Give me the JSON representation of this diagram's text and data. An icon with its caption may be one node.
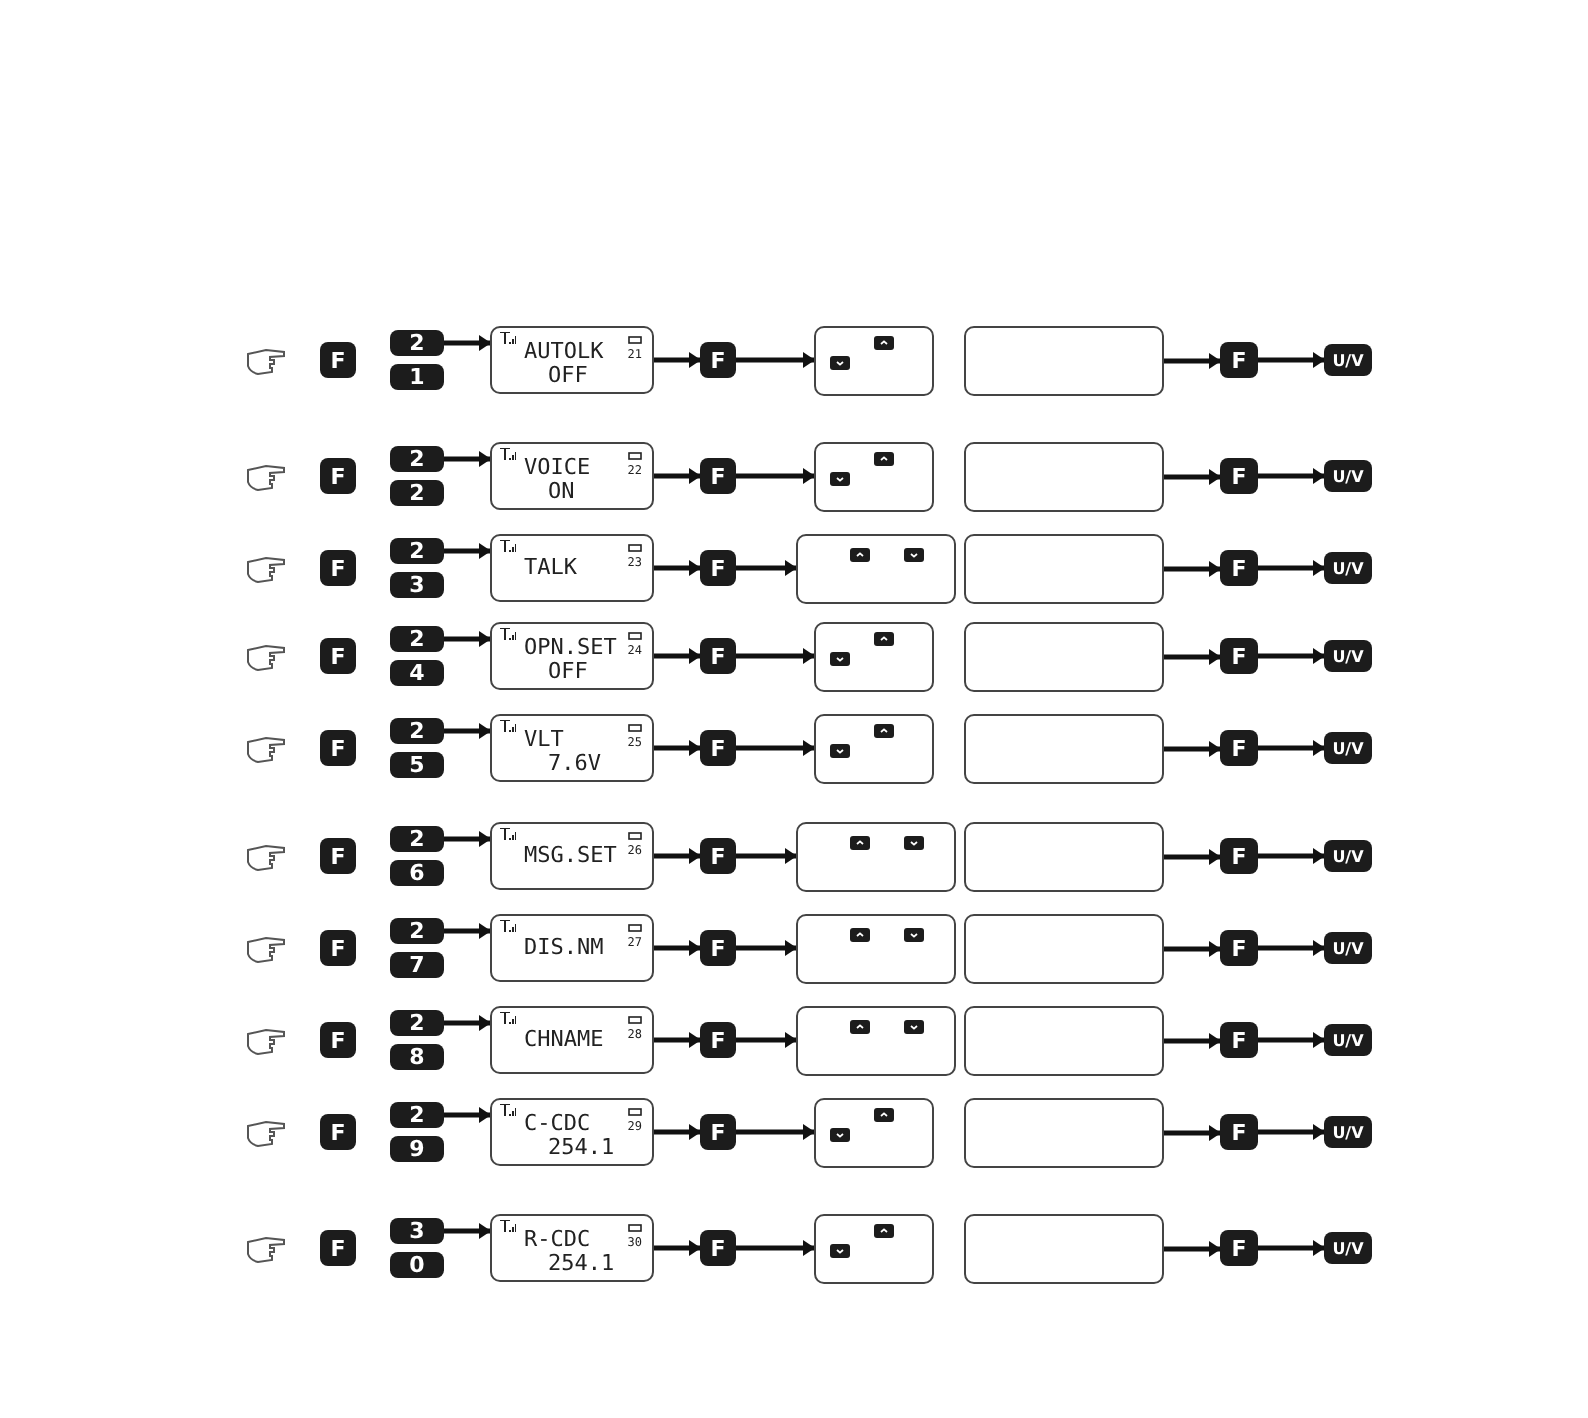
{
  "diagram": {
    "nodes": [
      {
        "text": [
          "F"
        ]
      },
      {
        "text": [
          "2"
        ]
      },
      {
        "text": [
          "1"
        ]
      },
      {
        "text": [
          "AUTOLK",
          "OFF",
          "21"
        ]
      },
      {
        "text": [
          "F"
        ]
      },
      {
        "text": [],
        "shape": "box"
      },
      {
        "text": [],
        "shape": "box"
      },
      {
        "text": [
          "F"
        ]
      },
      {
        "text": [
          "U/V"
        ]
      },
      {
        "text": [
          "F"
        ]
      },
      {
        "text": [
          "2"
        ]
      },
      {
        "text": [
          "2"
        ]
      },
      {
        "text": [
          "VOICE",
          "ON",
          "22"
        ]
      },
      {
        "text": [
          "F"
        ]
      },
      {
        "text": [],
        "shape": "box"
      },
      {
        "text": [],
        "shape": "box"
      },
      {
        "text": [
          "F"
        ]
      },
      {
        "text": [
          "U/V"
        ]
      },
      {
        "text": [
          "F"
        ]
      },
      {
        "text": [
          "2"
        ]
      },
      {
        "text": [
          "3"
        ]
      },
      {
        "text": [
          "TALK",
          "23"
        ]
      },
      {
        "text": [
          "F"
        ]
      },
      {
        "text": [],
        "shape": "box"
      },
      {
        "text": [],
        "shape": "box"
      },
      {
        "text": [
          "F"
        ]
      },
      {
        "text": [
          "U/V"
        ]
      },
      {
        "text": [
          "F"
        ]
      },
      {
        "text": [
          "2"
        ]
      },
      {
        "text": [
          "4"
        ]
      },
      {
        "text": [
          "OPN.SET",
          "OFF",
          "24"
        ]
      },
      {
        "text": [
          "F"
        ]
      },
      {
        "text": [],
        "shape": "box"
      },
      {
        "text": [],
        "shape": "box"
      },
      {
        "text": [
          "F"
        ]
      },
      {
        "text": [
          "U/V"
        ]
      },
      {
        "text": [
          "F"
        ]
      },
      {
        "text": [
          "2"
        ]
      },
      {
        "text": [
          "5"
        ]
      },
      {
        "text": [
          "VLT",
          "7.6V",
          "25"
        ]
      },
      {
        "text": [
          "F"
        ]
      },
      {
        "text": [],
        "shape": "box"
      },
      {
        "text": [],
        "shape": "box"
      },
      {
        "text": [
          "F"
        ]
      },
      {
        "text": [
          "U/V"
        ]
      },
      {
        "text": [
          "F"
        ]
      },
      {
        "text": [
          "2"
        ]
      },
      {
        "text": [
          "6"
        ]
      },
      {
        "text": [
          "MSG.SET",
          "26"
        ]
      },
      {
        "text": [
          "F"
        ]
      },
      {
        "text": [],
        "shape": "box"
      },
      {
        "text": [],
        "shape": "box"
      },
      {
        "text": [
          "F"
        ]
      },
      {
        "text": [
          "U/V"
        ]
      },
      {
        "text": [
          "F"
        ]
      },
      {
        "text": [
          "2"
        ]
      },
      {
        "text": [
          "7"
        ]
      },
      {
        "text": [
          "DIS.NM",
          "27"
        ]
      },
      {
        "text": [
          "F"
        ]
      },
      {
        "text": [],
        "shape": "box"
      },
      {
        "text": [],
        "shape": "box"
      },
      {
        "text": [
          "F"
        ]
      },
      {
        "text": [
          "U/V"
        ]
      },
      {
        "text": [
          "F"
        ]
      },
      {
        "text": [
          "2"
        ]
      },
      {
        "text": [
          "8"
        ]
      },
      {
        "text": [
          "CHNAME",
          "28"
        ]
      },
      {
        "text": [
          "F"
        ]
      },
      {
        "text": [],
        "shape": "box"
      },
      {
        "text": [],
        "shape": "box"
      },
      {
        "text": [
          "F"
        ]
      },
      {
        "text": [
          "U/V"
        ]
      },
      {
        "text": [
          "F"
        ]
      },
      {
        "text": [
          "2"
        ]
      },
      {
        "text": [
          "9"
        ]
      },
      {
        "text": [
          "C-CDC",
          "254.1",
          "29"
        ]
      },
      {
        "text": [
          "F"
        ]
      },
      {
        "text": [],
        "shape": "box"
      },
      {
        "text": [],
        "shape": "box"
      },
      {
        "text": [
          "F"
        ]
      },
      {
        "text": [
          "U/V"
        ]
      },
      {
        "text": [
          "F"
        ]
      },
      {
        "text": [
          "3"
        ]
      },
      {
        "text": [
          "0"
        ]
      },
      {
        "text": [
          "R-CDC",
          "254.1",
          "30"
        ]
      },
      {
        "text": [
          "F"
        ]
      },
      {
        "text": [],
        "shape": "box"
      },
      {
        "text": [],
        "shape": "box"
      },
      {
        "text": [
          "F"
        ]
      },
      {
        "text": [
          "U/V"
        ]
      }
    ],
    "edges": [
      {
        "from": 1,
        "to": 3,
        "arrow": "to"
      },
      {
        "from": 3,
        "to": 4,
        "arrow": "to"
      },
      {
        "from": 4,
        "to": 5,
        "arrow": "to"
      },
      {
        "from": 6,
        "to": 7,
        "arrow": "to"
      },
      {
        "from": 7,
        "to": 8,
        "arrow": "to"
      },
      {
        "from": 10,
        "to": 12,
        "arrow": "to"
      },
      {
        "from": 12,
        "to": 13,
        "arrow": "to"
      },
      {
        "from": 13,
        "to": 14,
        "arrow": "to"
      },
      {
        "from": 15,
        "to": 16,
        "arrow": "to"
      },
      {
        "from": 16,
        "to": 17,
        "arrow": "to"
      },
      {
        "from": 19,
        "to": 21,
        "arrow": "to"
      },
      {
        "from": 21,
        "to": 22,
        "arrow": "to"
      },
      {
        "from": 22,
        "to": 23,
        "arrow": "to"
      },
      {
        "from": 24,
        "to": 25,
        "arrow": "to"
      },
      {
        "from": 25,
        "to": 26,
        "arrow": "to"
      },
      {
        "from": 28,
        "to": 30,
        "arrow": "to"
      },
      {
        "from": 30,
        "to": 31,
        "arrow": "to"
      },
      {
        "from": 31,
        "to": 32,
        "arrow": "to"
      },
      {
        "from": 33,
        "to": 34,
        "arrow": "to"
      },
      {
        "from": 34,
        "to": 35,
        "arrow": "to"
      },
      {
        "from": 37,
        "to": 39,
        "arrow": "to"
      },
      {
        "from": 39,
        "to": 40,
        "arrow": "to"
      },
      {
        "from": 40,
        "to": 41,
        "arrow": "to"
      },
      {
        "from": 42,
        "to": 43,
        "arrow": "to"
      },
      {
        "from": 43,
        "to": 44,
        "arrow": "to"
      },
      {
        "from": 46,
        "to": 48,
        "arrow": "to"
      },
      {
        "from": 48,
        "to": 49,
        "arrow": "to"
      },
      {
        "from": 49,
        "to": 50,
        "arrow": "to"
      },
      {
        "from": 51,
        "to": 52,
        "arrow": "to"
      },
      {
        "from": 52,
        "to": 53,
        "arrow": "to"
      },
      {
        "from": 55,
        "to": 57,
        "arrow": "to"
      },
      {
        "from": 57,
        "to": 58,
        "arrow": "to"
      },
      {
        "from": 58,
        "to": 59,
        "arrow": "to"
      },
      {
        "from": 60,
        "to": 61,
        "arrow": "to"
      },
      {
        "from": 61,
        "to": 62,
        "arrow": "to"
      },
      {
        "from": 64,
        "to": 66,
        "arrow": "to"
      },
      {
        "from": 66,
        "to": 67,
        "arrow": "to"
      },
      {
        "from": 67,
        "to": 68,
        "arrow": "to"
      },
      {
        "from": 69,
        "to": 70,
        "arrow": "to"
      },
      {
        "from": 70,
        "to": 71,
        "arrow": "to"
      },
      {
        "from": 73,
        "to": 75,
        "arrow": "to"
      },
      {
        "from": 75,
        "to": 76,
        "arrow": "to"
      },
      {
        "from": 76,
        "to": 77,
        "arrow": "to"
      },
      {
        "from": 78,
        "to": 79,
        "arrow": "to"
      },
      {
        "from": 79,
        "to": 80,
        "arrow": "to"
      },
      {
        "from": 82,
        "to": 84,
        "arrow": "to"
      },
      {
        "from": 84,
        "to": 85,
        "arrow": "to"
      },
      {
        "from": 85,
        "to": 86,
        "arrow": "to"
      },
      {
        "from": 87,
        "to": 88,
        "arrow": "to"
      },
      {
        "from": 88,
        "to": 89,
        "arrow": "to"
      }
    ]
  }
}
